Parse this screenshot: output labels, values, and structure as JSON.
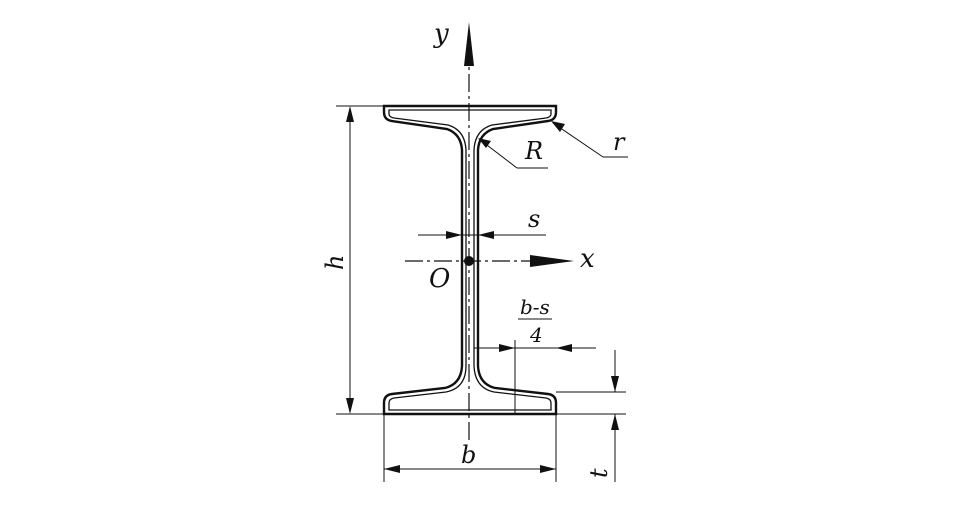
{
  "labels": {
    "y_axis": "y",
    "x_axis": "x",
    "origin": "O",
    "root_radius": "R",
    "edge_radius": "r",
    "web_thickness": "s",
    "height": "h",
    "width": "b",
    "flange_thickness": "t",
    "fraction_numerator": "b-s",
    "fraction_denominator": "4"
  },
  "colors": {
    "stroke": "#111111",
    "background": "#ffffff"
  }
}
